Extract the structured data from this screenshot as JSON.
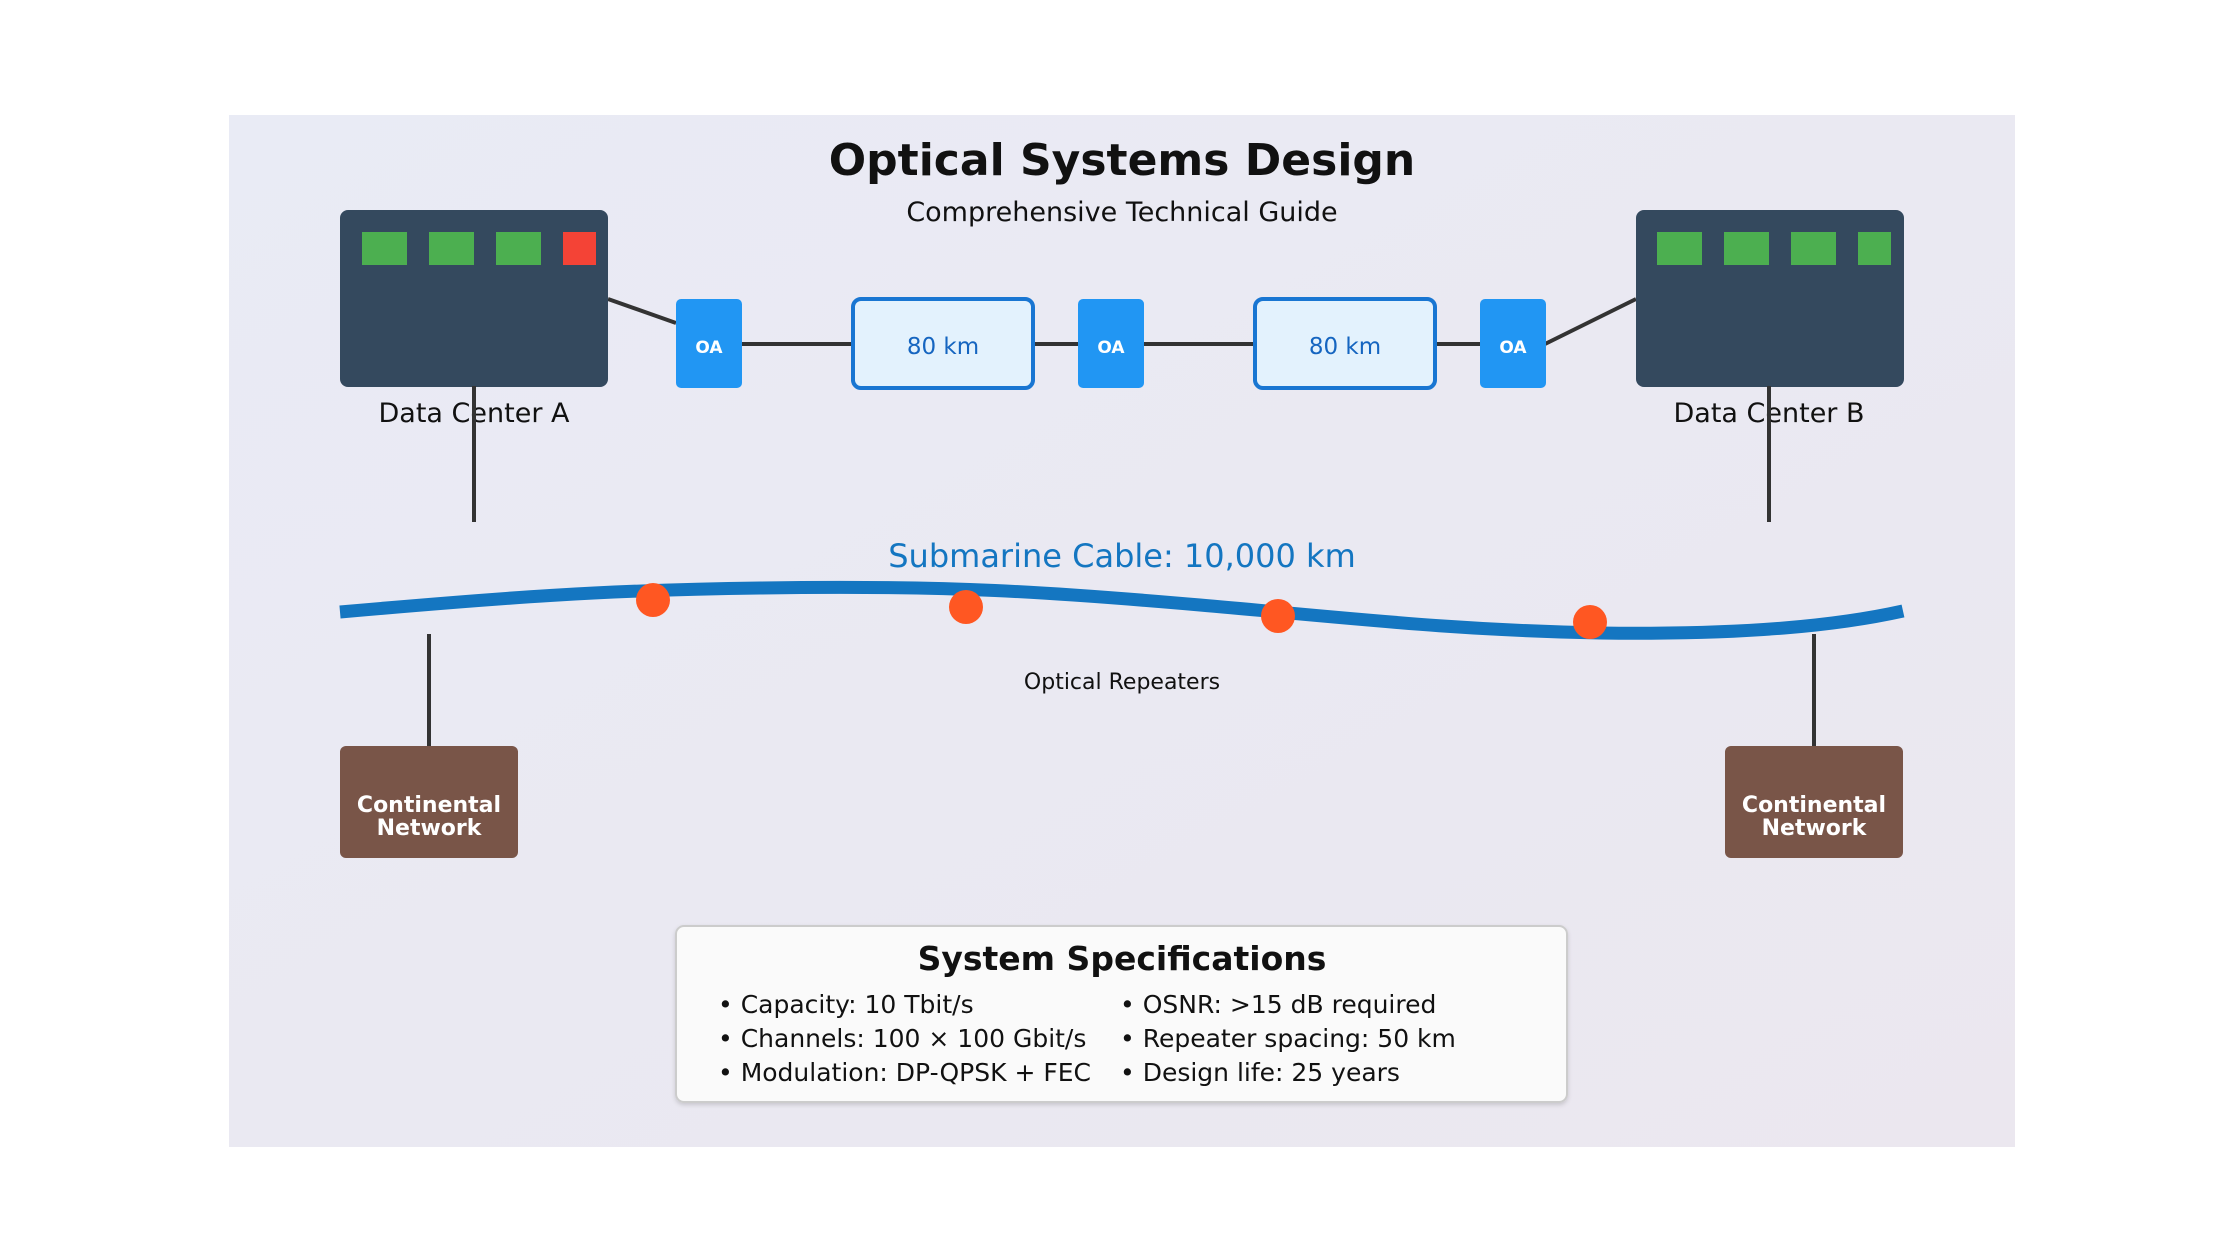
{
  "header": {
    "title": "Optical Systems Design",
    "subtitle": "Comprehensive Technical Guide"
  },
  "data_centers": {
    "a": {
      "label": "Data Center A",
      "leds": [
        "green",
        "green",
        "green",
        "red"
      ]
    },
    "b": {
      "label": "Data Center B",
      "leds": [
        "green",
        "green",
        "green",
        "green"
      ]
    }
  },
  "terrestrial_link": {
    "amplifier_label": "OA",
    "spans": [
      {
        "label": "80 km"
      },
      {
        "label": "80 km"
      }
    ]
  },
  "submarine": {
    "cable_label": "Submarine Cable: 10,000 km",
    "repeaters_label": "Optical Repeaters",
    "repeater_count": 4
  },
  "continental_networks": {
    "left": {
      "line1": "Continental",
      "line2": "Network"
    },
    "right": {
      "line1": "Continental",
      "line2": "Network"
    }
  },
  "specs": {
    "title": "System Specifications",
    "left": [
      "• Capacity: 10 Tbit/s",
      "• Channels: 100 × 100 Gbit/s",
      "• Modulation: DP-QPSK + FEC"
    ],
    "right": [
      "• OSNR: >15 dB required",
      "• Repeater spacing: 50 km",
      "• Design life: 25 years"
    ]
  },
  "colors": {
    "server": "#34495e",
    "led_green": "#4caf50",
    "led_red": "#f44336",
    "amplifier": "#2196f3",
    "span_fill": "#e3f2fd",
    "span_stroke": "#1976d2",
    "cable": "#1476c1",
    "repeater": "#ff5722",
    "continental": "#795548"
  }
}
